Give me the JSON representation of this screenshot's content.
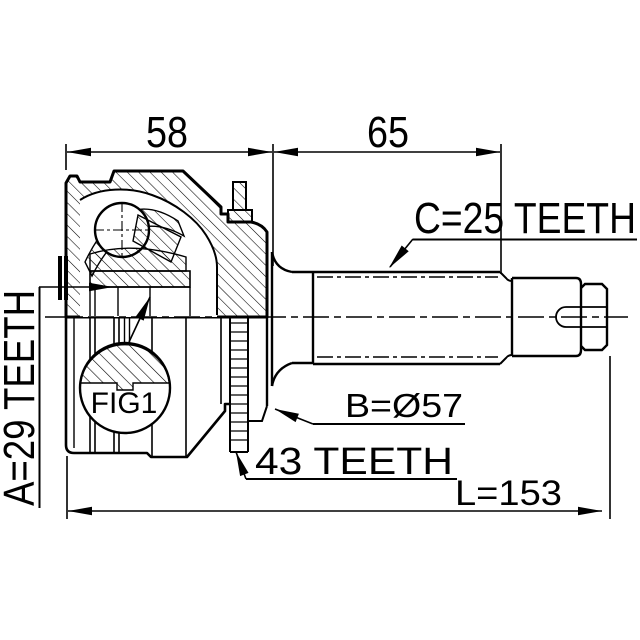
{
  "drawing": {
    "title_hint": "CV joint outboard technical drawing",
    "background_color": "#ffffff",
    "line_color": "#000000",
    "labels": {
      "width_joint": "58",
      "width_shaft": "65",
      "outer_spline": "C=25 TEETH",
      "inner_spline": "A=29 TEETH",
      "figure_ref": "FIG1",
      "body_diameter": "B=Ø57",
      "abs_ring_teeth": "43 TEETH",
      "overall_length": "L=153"
    }
  }
}
